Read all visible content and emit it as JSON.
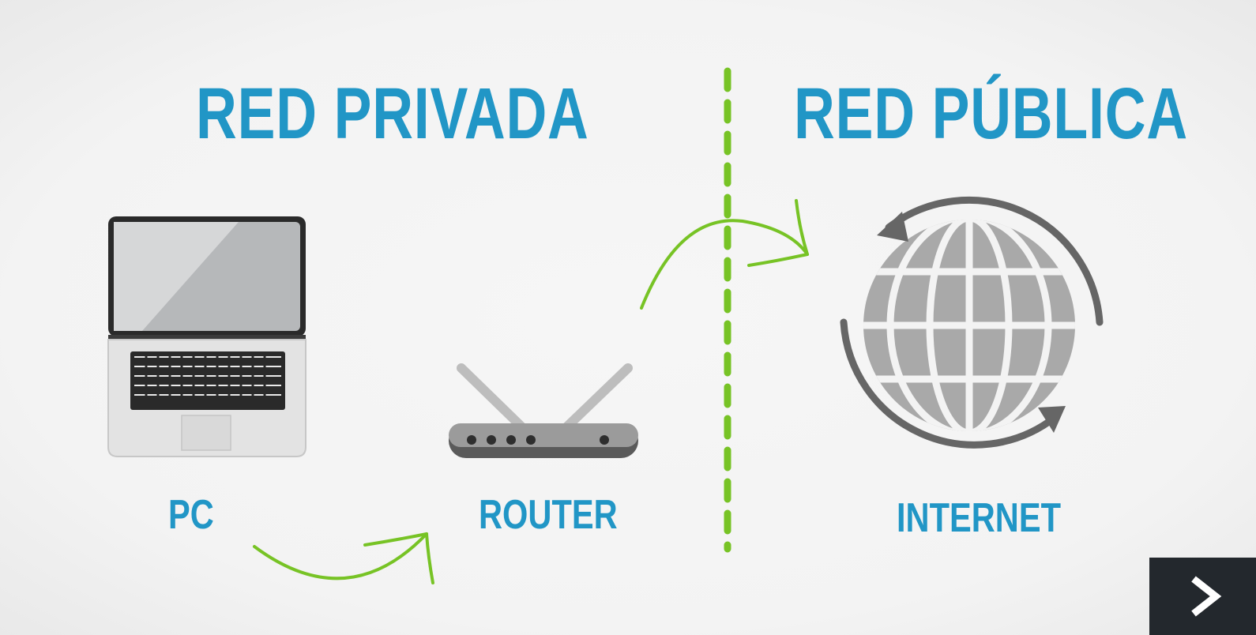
{
  "titles": {
    "private": "RED PRIVADA",
    "public": "RED PÚBLICA"
  },
  "nodes": {
    "pc": "PC",
    "router": "ROUTER",
    "internet": "INTERNET"
  },
  "colors": {
    "title": "#2196c6",
    "arrow": "#77c325",
    "divider": "#77c325",
    "device": "#8a8a8a",
    "button": "#23282d"
  },
  "icons": {
    "pc": "laptop-icon",
    "router": "router-icon",
    "internet": "globe-icon",
    "next": "chevron-right-icon"
  }
}
